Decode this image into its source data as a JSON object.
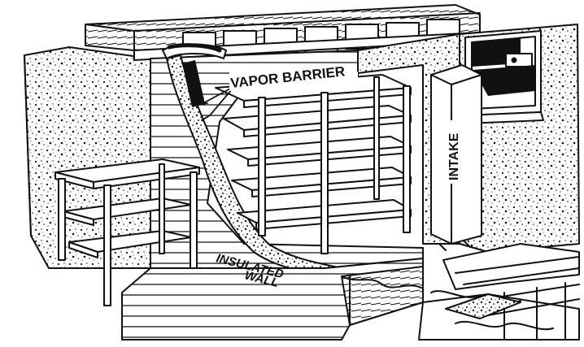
{
  "figure": {
    "labels": {
      "vapor_barrier": "VAPOR BARRIER",
      "intake": "INTAKE",
      "insulated_line1": "INSULATED",
      "insulated_line2": "WALL"
    }
  },
  "colors": {
    "line": "#111111",
    "paper": "#ffffff",
    "speckle": "#1a1a1a"
  }
}
